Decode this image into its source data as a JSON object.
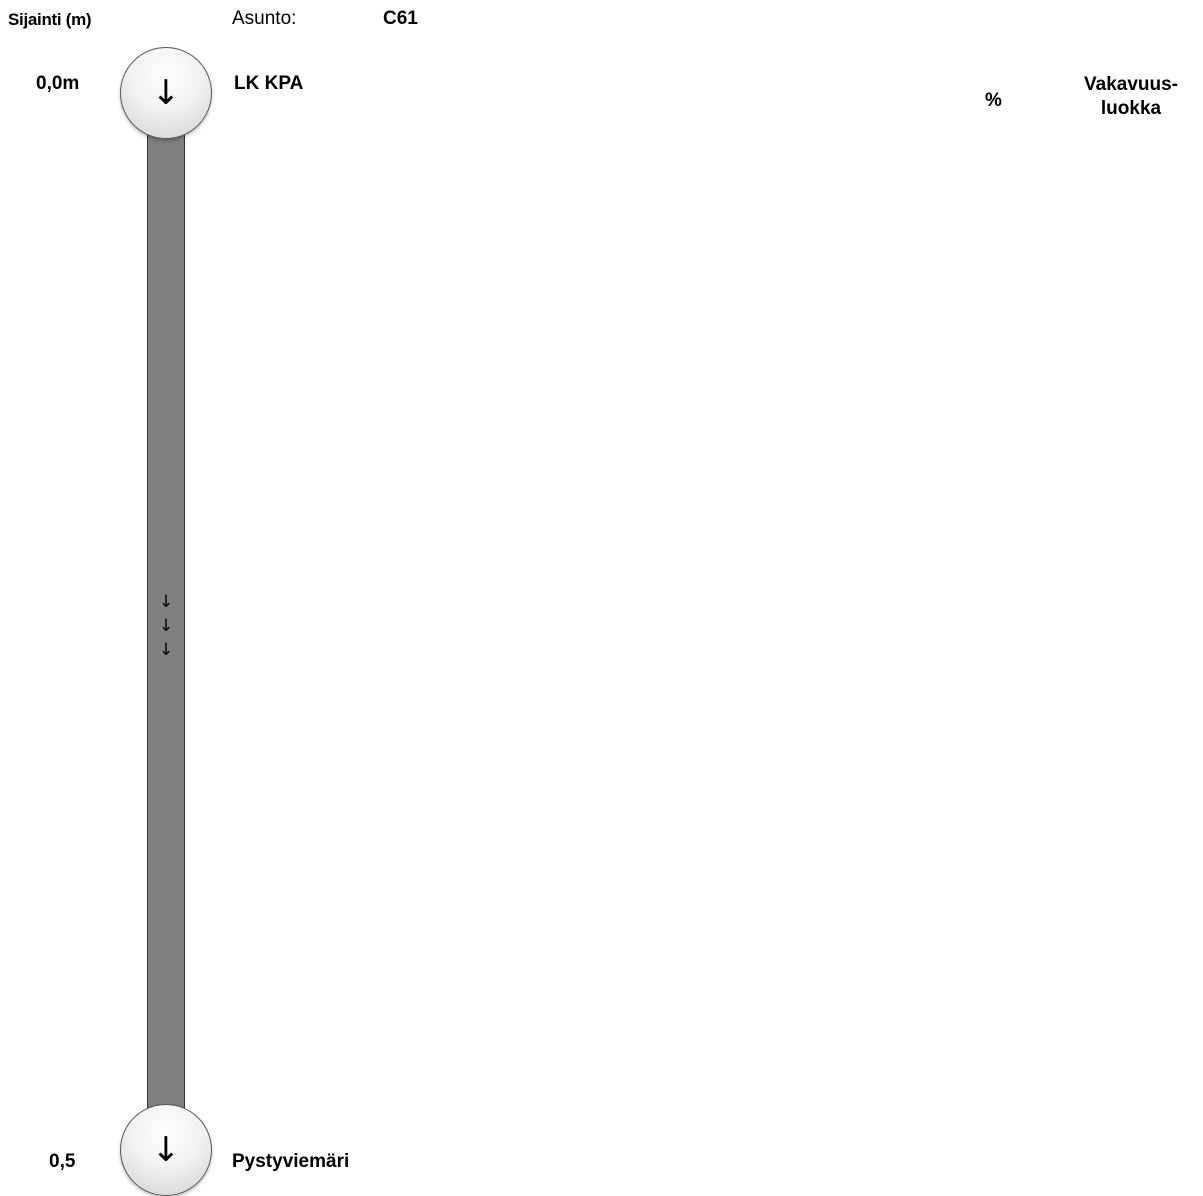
{
  "header": {
    "location_label": "Sijainti (m)",
    "apartment_label": "Asunto:",
    "apartment_value": "C61"
  },
  "columns": {
    "percent_label": "%",
    "severity_label": "Vakavuus-\nluokka"
  },
  "nodes": [
    {
      "position": "0,0m",
      "name": "LK KPA",
      "icon": "down-arrow-icon",
      "symbol": "↓"
    },
    {
      "position": "0,5",
      "name": "Pystyviemäri",
      "icon": "down-arrow-icon",
      "symbol": "↓"
    }
  ],
  "pipe": {
    "color": "#808080",
    "flow_direction": "down",
    "flow_symbols": [
      "↓",
      "↓",
      "↓"
    ]
  }
}
